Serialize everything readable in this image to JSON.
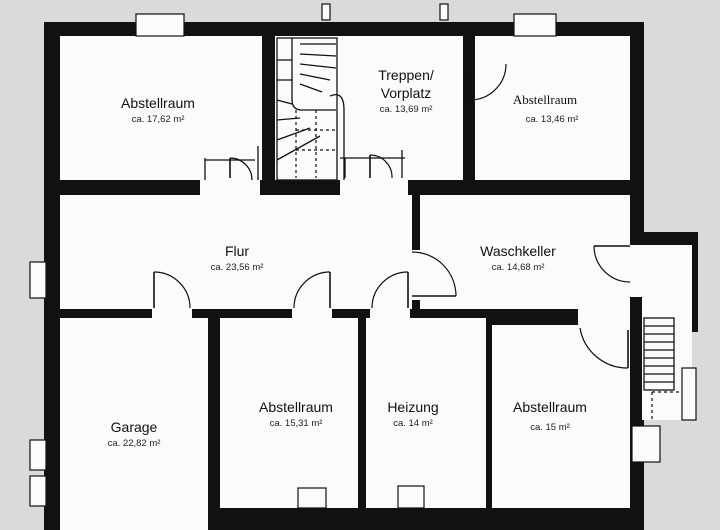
{
  "rooms": {
    "abstellraum_nw": {
      "name": "Abstellraum",
      "area": "ca. 17,62 m²"
    },
    "treppen": {
      "name_line1": "Treppen/",
      "name_line2": "Vorplatz",
      "area": "ca. 13,69 m²"
    },
    "abstellraum_ne": {
      "name": "Abstellraum",
      "area": "ca. 13,46 m²"
    },
    "flur": {
      "name": "Flur",
      "area": "ca. 23,56 m²"
    },
    "waschkeller": {
      "name": "Waschkeller",
      "area": "ca. 14,68 m²"
    },
    "garage": {
      "name": "Garage",
      "area": "ca. 22,82 m²"
    },
    "abstellraum_s1": {
      "name": "Abstellraum",
      "area": "ca. 15,31 m²"
    },
    "heizung": {
      "name": "Heizung",
      "area": "ca. 14 m²"
    },
    "abstellraum_s2": {
      "name": "Abstellraum",
      "area": "ca. 15 m²"
    }
  }
}
